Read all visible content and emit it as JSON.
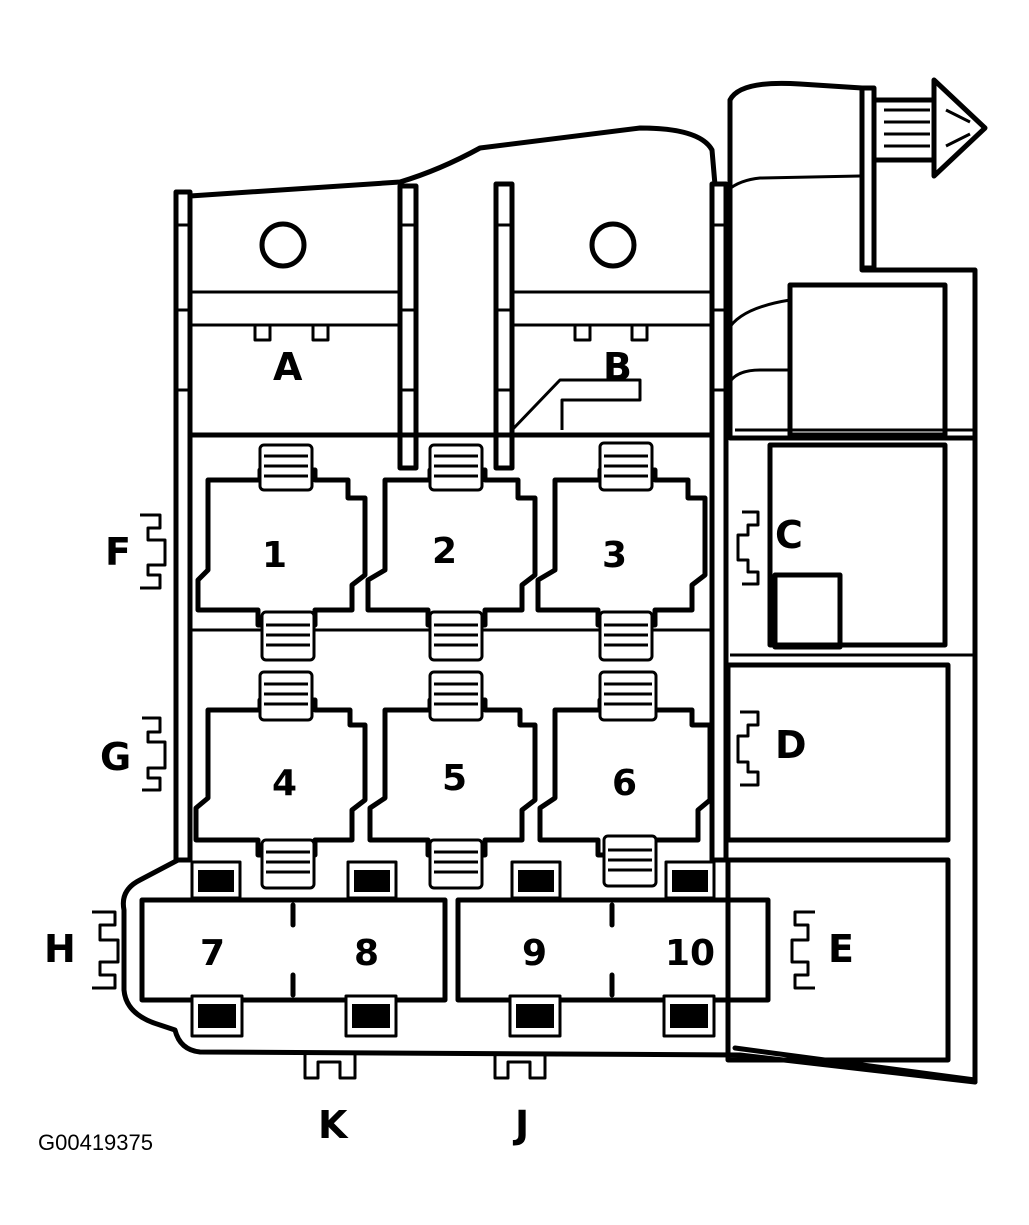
{
  "figure_id": "G00419375",
  "connector_labels": {
    "A": "A",
    "B": "B",
    "C": "C",
    "D": "D",
    "E": "E",
    "F": "F",
    "G": "G",
    "H": "H",
    "J": "J",
    "K": "K"
  },
  "relay_positions": {
    "r1": "1",
    "r2": "2",
    "r3": "3",
    "r4": "4",
    "r5": "5",
    "r6": "6",
    "r7": "7",
    "r8": "8",
    "r9": "9",
    "r10": "10"
  }
}
